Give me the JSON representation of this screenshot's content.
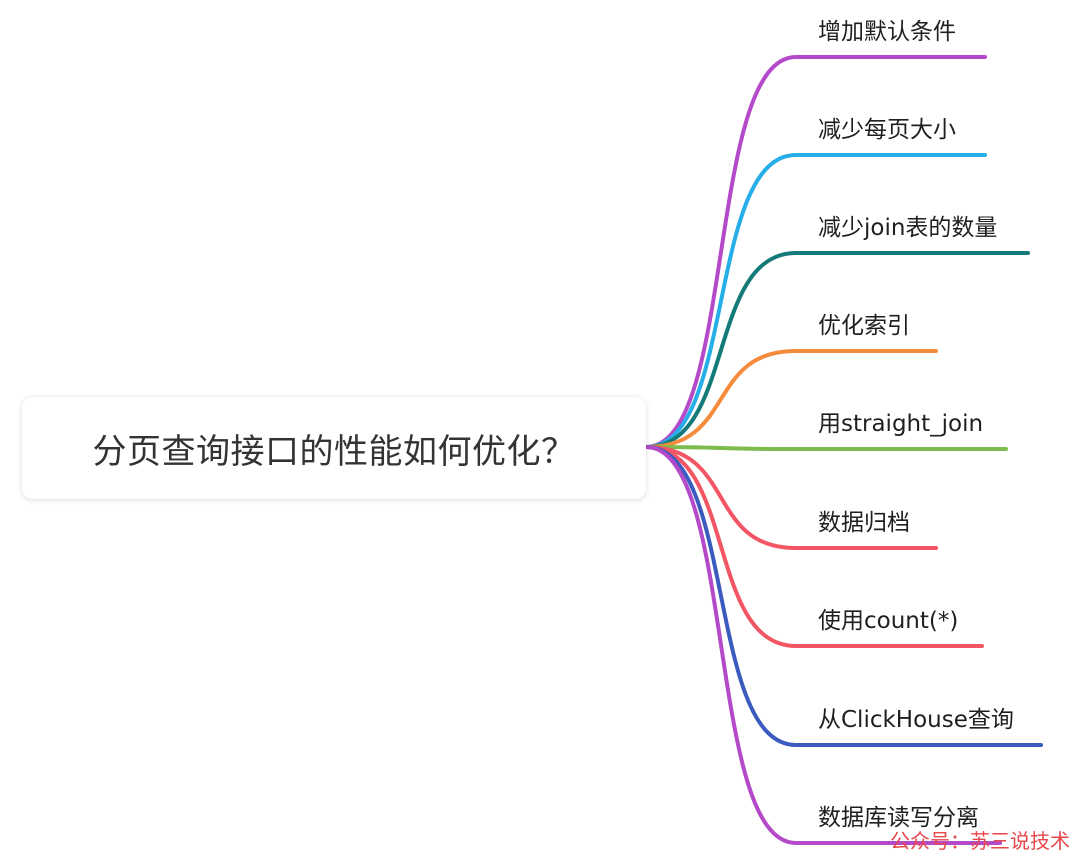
{
  "root": {
    "title": "分页查询接口的性能如何优化？"
  },
  "branches": [
    {
      "label": "增加默认条件",
      "color": "#b44ac9"
    },
    {
      "label": "减少每页大小",
      "color": "#26aee8"
    },
    {
      "label": "减少join表的数量",
      "color": "#147a78"
    },
    {
      "label": "优化索引",
      "color": "#f58b3c"
    },
    {
      "label": "用straight_join",
      "color": "#7cbb4c"
    },
    {
      "label": "数据归档",
      "color": "#f25563"
    },
    {
      "label": "使用count(*)",
      "color": "#f25563"
    },
    {
      "label": "从ClickHouse查询",
      "color": "#3b5bbf"
    },
    {
      "label": "数据库读写分离",
      "color": "#b44ac9"
    }
  ],
  "watermark": "公众号：苏三说技术"
}
